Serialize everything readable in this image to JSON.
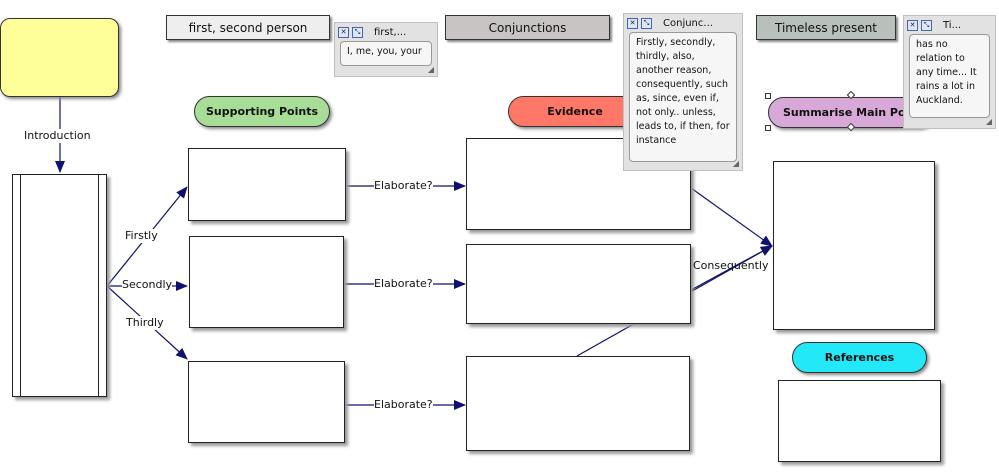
{
  "top_buttons": {
    "first_second_person": "first, second person",
    "conjunctions": "Conjunctions",
    "timeless_present": "Timeless present"
  },
  "notes": {
    "person": {
      "title": "first,...",
      "body": "I, me, you, your"
    },
    "conj": {
      "title": "Conjunc...",
      "body": "Firstly, secondly, thirdly, also, another reason, consequently, such as, since, even if, not only.. unless, leads to, if then, for instance"
    },
    "timeless": {
      "title": "Ti...",
      "body": "has no relation to any time... It rains a lot in Auckland."
    }
  },
  "headings": {
    "supporting_points": "Supporting Points",
    "evidence": "Evidence",
    "summarise": "Summarise Main Points",
    "references": "References"
  },
  "labels": {
    "introduction": "Introduction",
    "firstly": "Firstly",
    "secondly": "Secondly",
    "thirdly": "Thirdly",
    "elaborate": "Elaborate?",
    "consequently": "Consequently"
  },
  "colors": {
    "intro_yellow": "#ffff99",
    "supporting_green": "#a8dd98",
    "evidence_red": "#ff7766",
    "summarise_purple": "#d8a8d8",
    "references_cyan": "#22e8f8",
    "arrow_navy": "#101070"
  }
}
